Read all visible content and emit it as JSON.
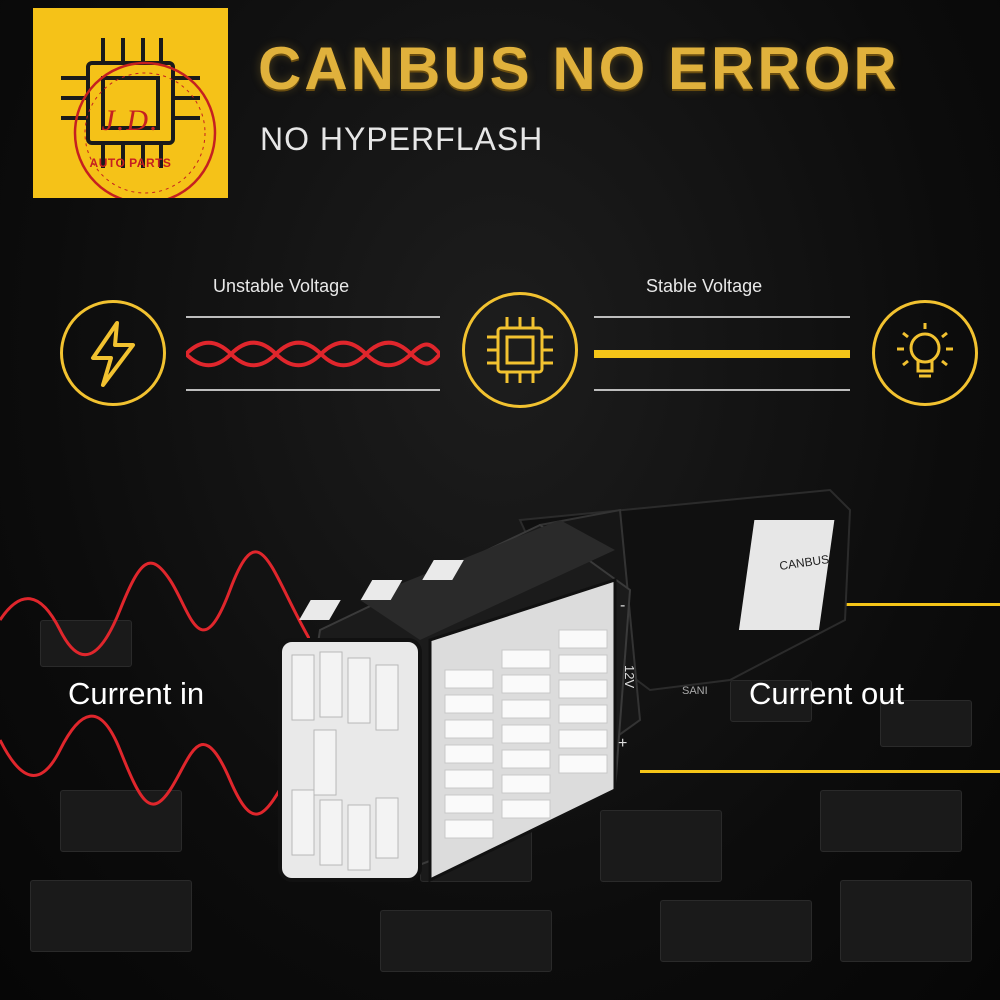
{
  "logo": {
    "initials": "J.D.",
    "text": "AUTO PARTS",
    "background_color": "#f5c218",
    "text_color": "#c52020",
    "icon": "chip-icon"
  },
  "headline": "CANBUS NO ERROR",
  "subheadline": "NO HYPERFLASH",
  "voltage": {
    "unstable_label": "Unstable Voltage",
    "stable_label": "Stable Voltage",
    "icons": [
      "lightning-icon",
      "chip-icon",
      "bulb-icon"
    ],
    "accent_color": "#f2c230",
    "unstable_wave_color": "#e0262c"
  },
  "bulb": {
    "canbus_label": "CANBUS",
    "voltage_mark": "12V",
    "plus_mark": "+",
    "minus_mark": "-",
    "brand_mark": "SANI"
  },
  "current_in_label": "Current in",
  "current_out_label": "Current out",
  "colors": {
    "gold": "#f5c518",
    "red_wave": "#e0262c",
    "background": "#0d0d0d"
  }
}
